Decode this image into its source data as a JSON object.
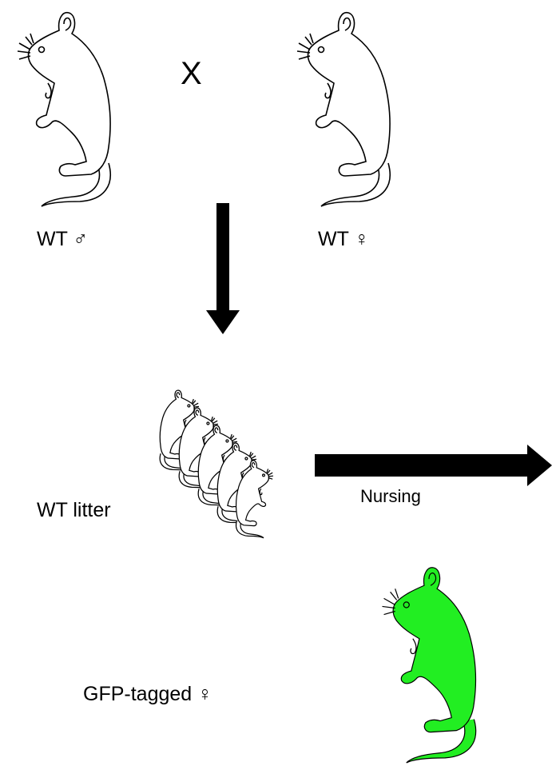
{
  "cross_symbol": "X",
  "labels": {
    "wt_male": "WT ♂",
    "wt_female": "WT ♀",
    "wt_litter": "WT litter",
    "nursing": "Nursing",
    "gfp_female": "GFP-tagged ♀"
  },
  "colors": {
    "outline": "#000000",
    "gfp_fill": "#22ee22",
    "arrow": "#000000"
  }
}
